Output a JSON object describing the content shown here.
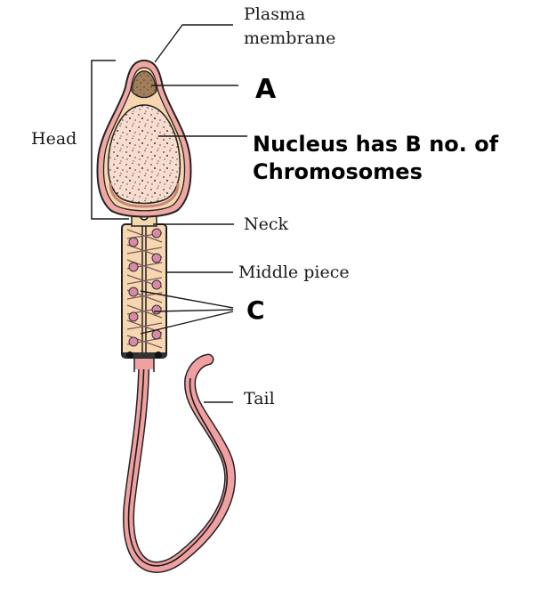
{
  "labels": {
    "plasma_line1": "Plasma",
    "plasma_line2": "membrane",
    "head": "Head",
    "neck": "Neck",
    "middle_piece": "Middle piece",
    "tail": "Tail",
    "letter_a": "A",
    "nucleus_line1": "Nucleus has B no. of",
    "nucleus_line2": "Chromosomes",
    "letter_c": "C"
  },
  "colors": {
    "membrane": "#f0a8a4",
    "body_fill": "#f7d7b0",
    "acrosome": "#9b7a5a",
    "nucleus": "#f5dccf",
    "tail": "#f0a0a0",
    "mito": "#d88aa8",
    "outline": "#222222"
  }
}
